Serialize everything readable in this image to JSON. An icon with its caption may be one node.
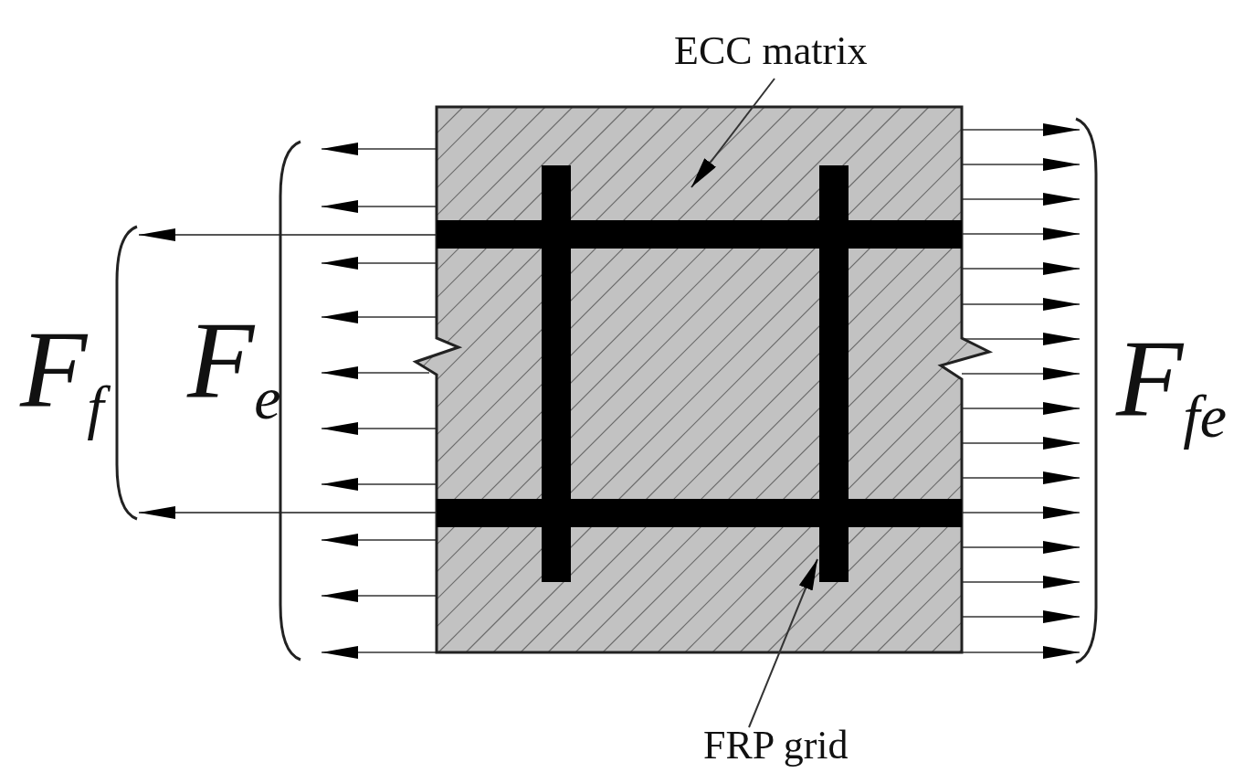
{
  "diagram": {
    "nodes": [
      {
        "text": [
          "ECC matrix"
        ]
      },
      {
        "text": [],
        "shape": "box"
      },
      {
        "text": [
          "FRP grid"
        ]
      },
      {
        "text": [],
        "shape": "box",
        "in": 1
      }
    ],
    "edges": [
      {
        "from": 0,
        "to": 1,
        "arrow": "to"
      },
      {
        "from": 2,
        "to": 3,
        "arrow": "to"
      }
    ],
    "labels": [
      "F$_{f}$",
      "F$_{e}$",
      "F$_{fe}$"
    ]
  }
}
